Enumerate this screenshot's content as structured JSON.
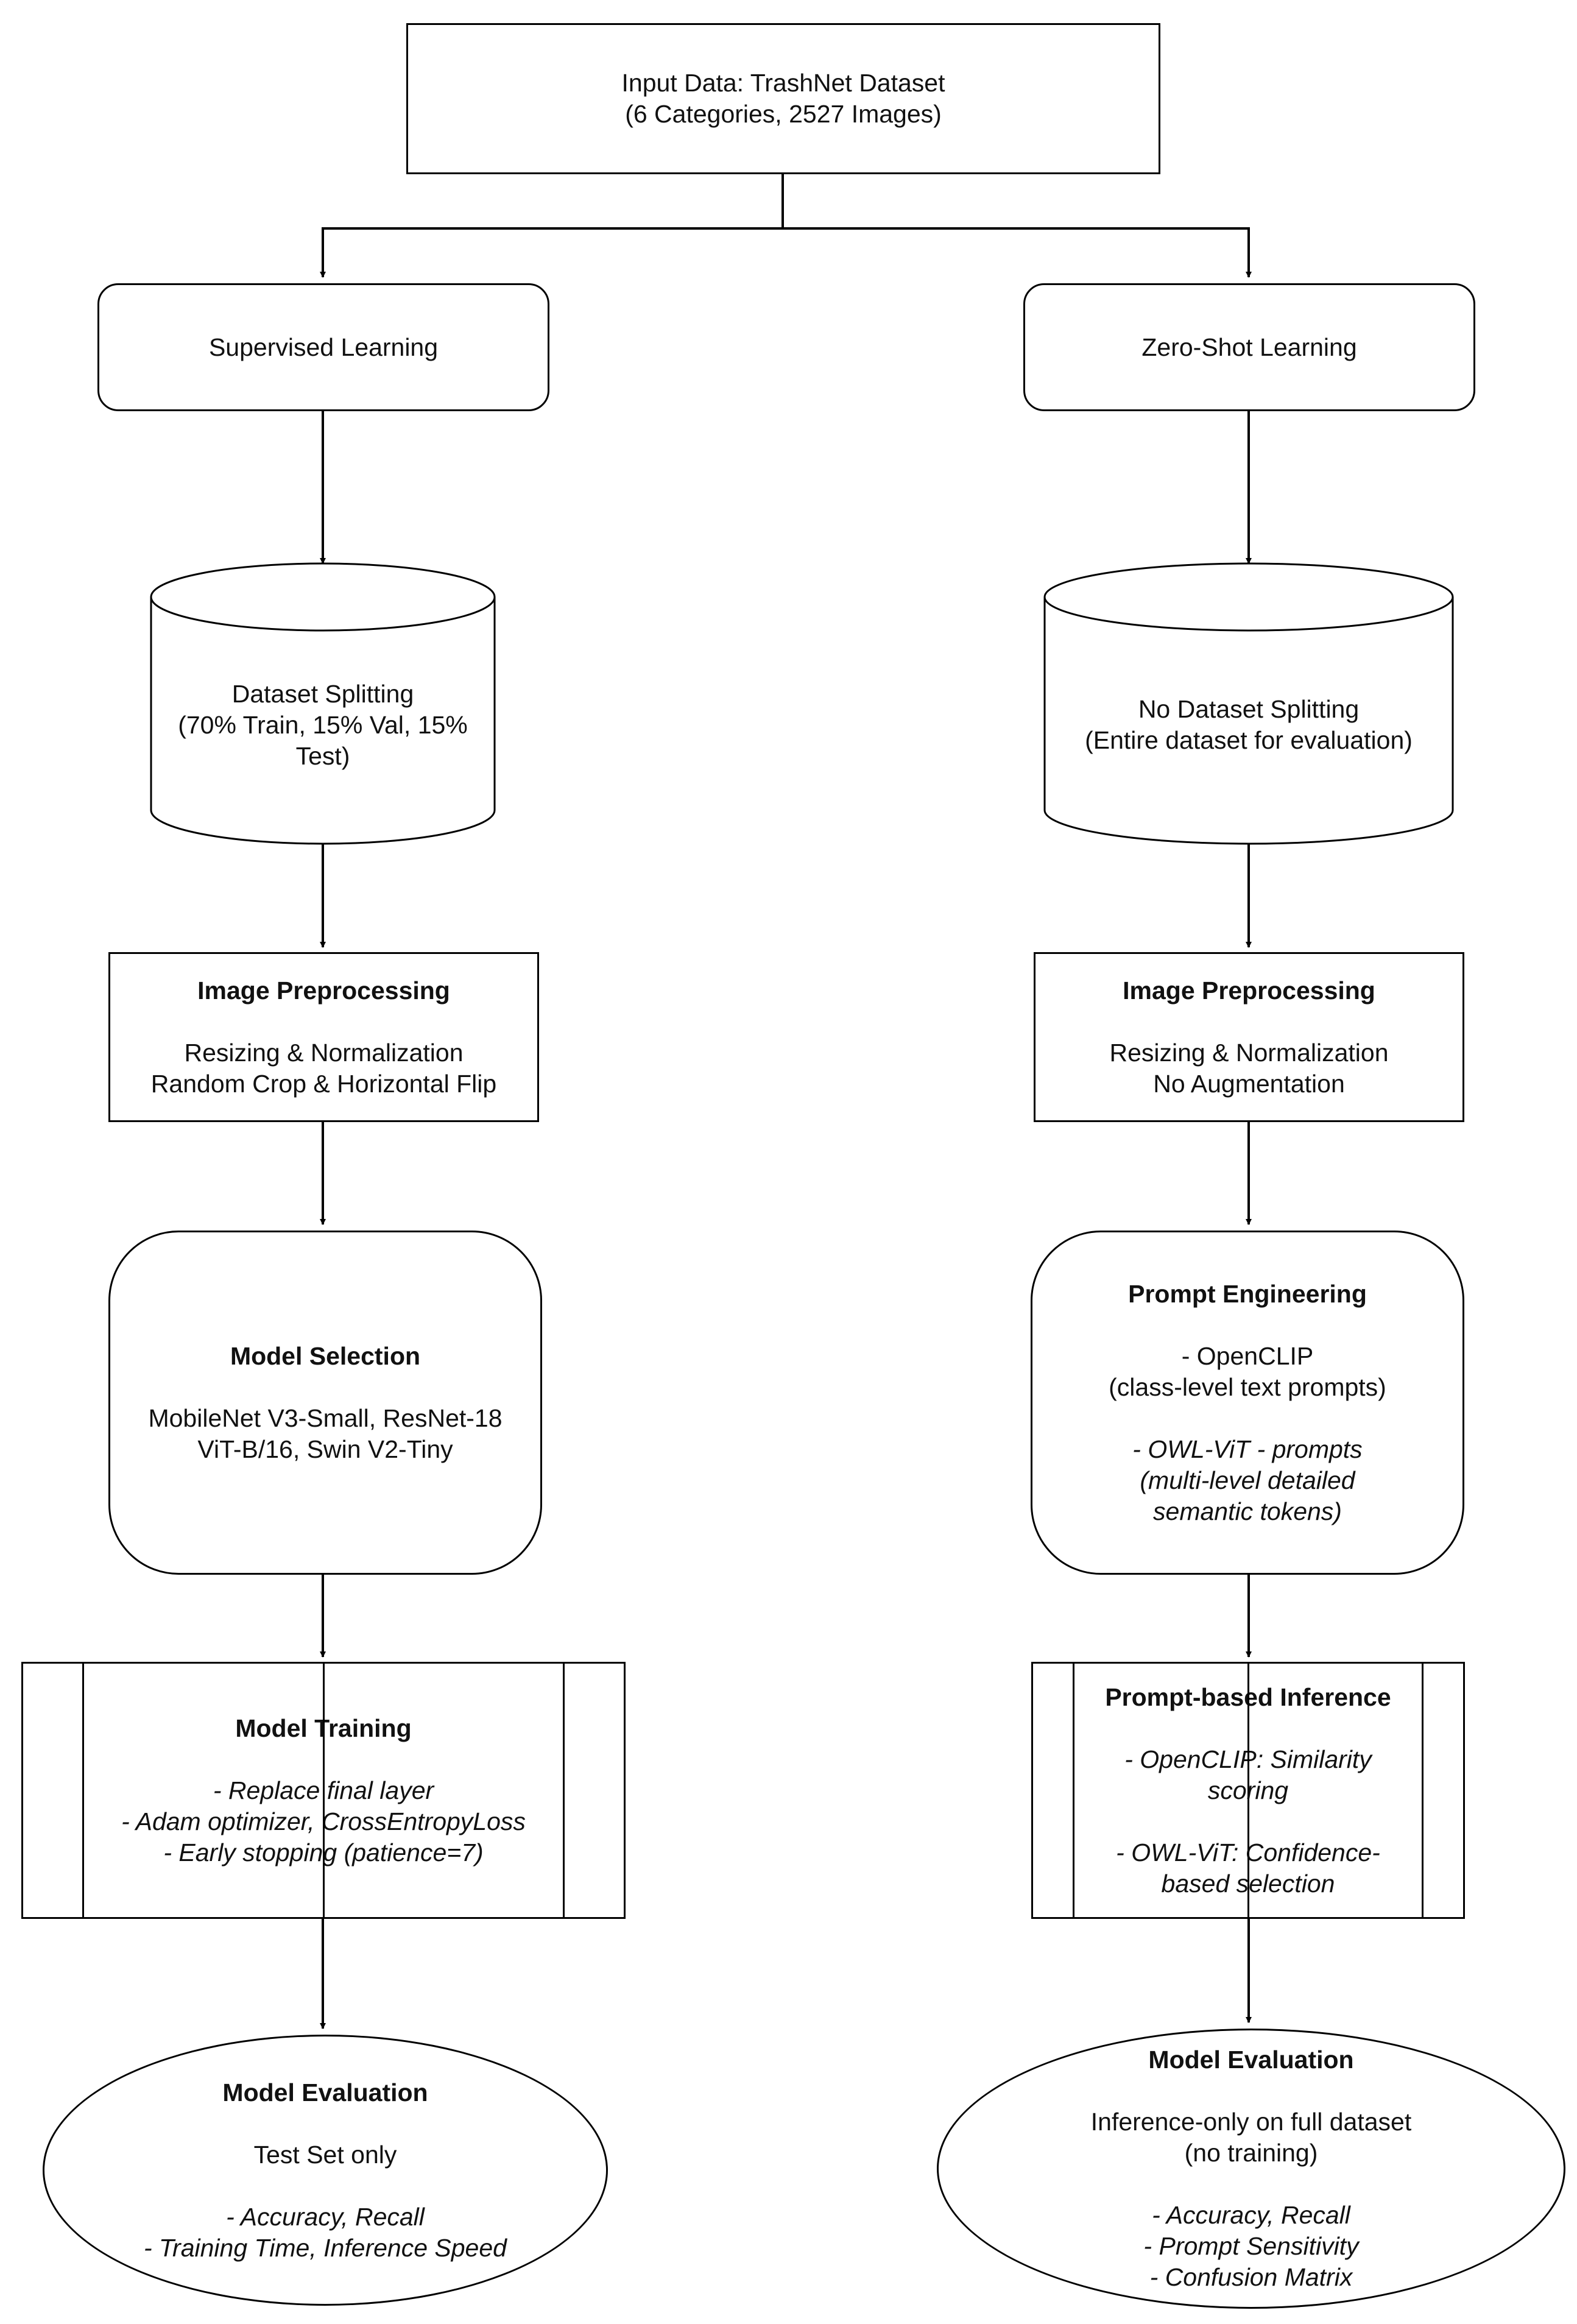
{
  "input": {
    "line1": "Input Data: TrashNet Dataset",
    "line2": "(6 Categories, 2527 Images)"
  },
  "left": {
    "branch": "Supervised Learning",
    "split": {
      "line1": "Dataset Splitting",
      "line2": "(70% Train, 15% Val, 15%",
      "line3": "Test)"
    },
    "preprocess": {
      "title": "Image Preprocessing",
      "line1": "Resizing & Normalization",
      "line2": "Random Crop & Horizontal Flip"
    },
    "model": {
      "title": "Model Selection",
      "line1": "MobileNet V3-Small, ResNet-18",
      "line2": "ViT-B/16, Swin V2-Tiny"
    },
    "training": {
      "title": "Model Training",
      "line1": "- Replace final layer",
      "line2": "- Adam optimizer, CrossEntropyLoss",
      "line3": "- Early stopping (patience=7)"
    },
    "eval": {
      "title": "Model Evaluation",
      "line1": "Test Set only",
      "line2": "- Accuracy, Recall",
      "line3": "- Training Time, Inference Speed"
    }
  },
  "right": {
    "branch": "Zero-Shot Learning",
    "split": {
      "line1": "No Dataset Splitting",
      "line2": "(Entire dataset for evaluation)"
    },
    "preprocess": {
      "title": "Image Preprocessing",
      "line1": "Resizing & Normalization",
      "line2": "No Augmentation"
    },
    "prompt": {
      "title": "Prompt Engineering",
      "line1": "- OpenCLIP",
      "line2": "(class-level text prompts)",
      "line3": "- OWL-ViT - prompts",
      "line4": "(multi-level detailed",
      "line5": "semantic tokens)"
    },
    "inference": {
      "title": "Prompt-based Inference",
      "line1": "- OpenCLIP: Similarity",
      "line2": "scoring",
      "line3": "- OWL-ViT: Confidence-",
      "line4": "based selection"
    },
    "eval": {
      "title": "Model Evaluation",
      "line1": "Inference-only on full dataset",
      "line2": "(no training)",
      "line3": "- Accuracy, Recall",
      "line4": "- Prompt Sensitivity",
      "line5": "- Confusion Matrix"
    }
  }
}
